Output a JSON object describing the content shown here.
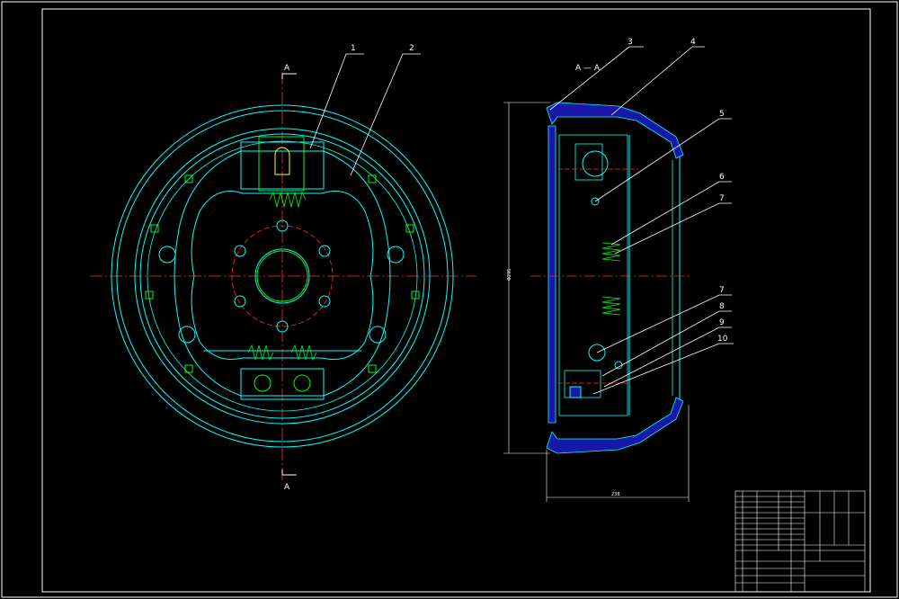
{
  "section_marks": {
    "left_top": "A",
    "left_bottom": "A",
    "right_title": "A — A"
  },
  "callouts": [
    "1",
    "2",
    "3",
    "4",
    "5",
    "6",
    "7",
    "7",
    "8",
    "9",
    "10"
  ],
  "dimensions": {
    "height": "Φ295",
    "width": "238"
  },
  "colors": {
    "background": "#000000",
    "frame": "#ffffff",
    "outline": "#00ffff",
    "center_line": "#ff0000",
    "parts": "#00ff00",
    "section_fill": "#2020c0",
    "text": "#ffffff"
  }
}
